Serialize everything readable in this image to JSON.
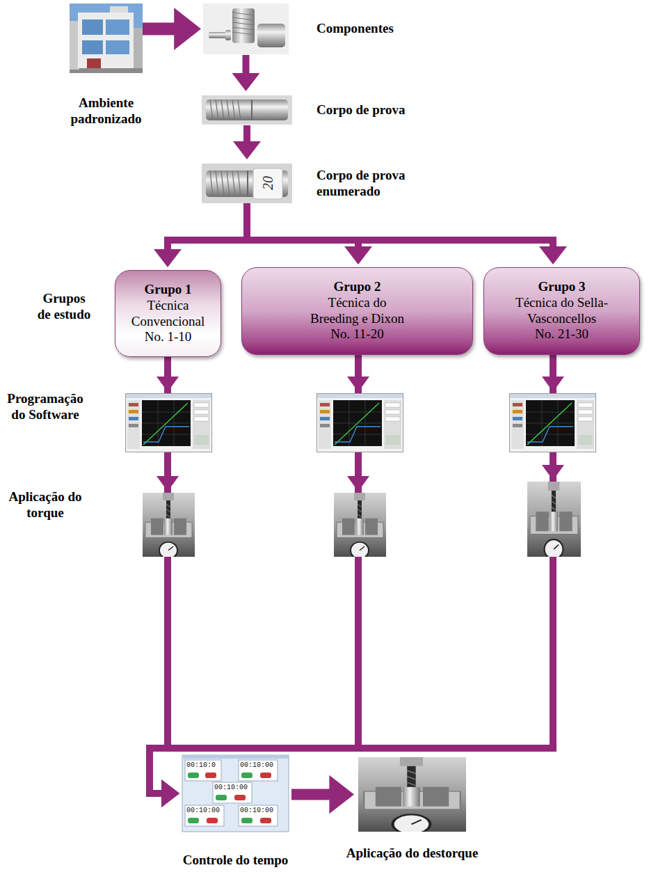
{
  "diagram": {
    "nodes": [
      {
        "text": [
          "Ambiente padronizado"
        ]
      },
      {
        "text": [
          "Componentes"
        ]
      },
      {
        "text": [
          "Corpo de prova"
        ]
      },
      {
        "text": [
          "Corpo de prova enumerado"
        ]
      },
      {
        "text": [
          "Grupo 1",
          "Técnica Convencional",
          "No. 1-10"
        ]
      },
      {
        "text": [
          "Grupo 2",
          "Técnica do Breeding e Dixon",
          "No. 11-20"
        ]
      },
      {
        "text": [
          "Grupo 3",
          "Técnica do Sella-Vasconcellos",
          "No. 21-30"
        ]
      },
      {
        "text": [
          "Controle do tempo"
        ]
      },
      {
        "text": [
          "Aplicação do destorque"
        ]
      }
    ],
    "edges": [
      {
        "from": 0,
        "to": 1,
        "arrow": "to"
      },
      {
        "from": 1,
        "to": 2,
        "arrow": "to"
      },
      {
        "from": 2,
        "to": 3,
        "arrow": "to"
      },
      {
        "from": 3,
        "to": 4,
        "arrow": "to"
      },
      {
        "from": 3,
        "to": 5,
        "arrow": "to"
      },
      {
        "from": 3,
        "to": 6,
        "arrow": "to"
      },
      {
        "from": 4,
        "to": 7,
        "arrow": "to"
      },
      {
        "from": 5,
        "to": 7,
        "arrow": "to"
      },
      {
        "from": 6,
        "to": 7,
        "arrow": "to"
      },
      {
        "from": 7,
        "to": 8,
        "arrow": "to"
      }
    ],
    "labels": [
      "Grupos de estudo",
      "Programação do Software",
      "Aplicação do torque",
      "20",
      "00:10:0",
      "00:10:00",
      "00:10:00",
      "00:10:00",
      "00:10:00"
    ]
  }
}
